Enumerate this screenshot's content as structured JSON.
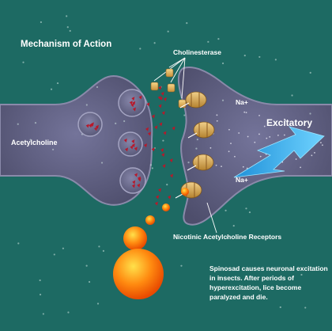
{
  "title": "Mechanism of Action",
  "labels": {
    "cholinesterase": "Cholinesterase",
    "acetylcholine": "Acetylcholine",
    "na_upper": "Na+",
    "na_lower": "Na+",
    "excitatory": "Excitatory",
    "nicotinic_receptors": "Nicotinic Acetylcholine Receptors"
  },
  "caption": "Spinosad causes neuronal excitation in insects. After periods of hyperexcitation, lice become paralyzed and die.",
  "colors": {
    "background": "#1d6a63",
    "neuron": "#5d5d7d",
    "neuron_edge": "#8a8aaa",
    "vesicle": "#6f6f91",
    "acetylcholine": "#b8182a",
    "cholinesterase": "#e3b04a",
    "receptor": "#d4a35c",
    "spinosad": "#ff6a00",
    "arrow": "#2fb0e8"
  }
}
